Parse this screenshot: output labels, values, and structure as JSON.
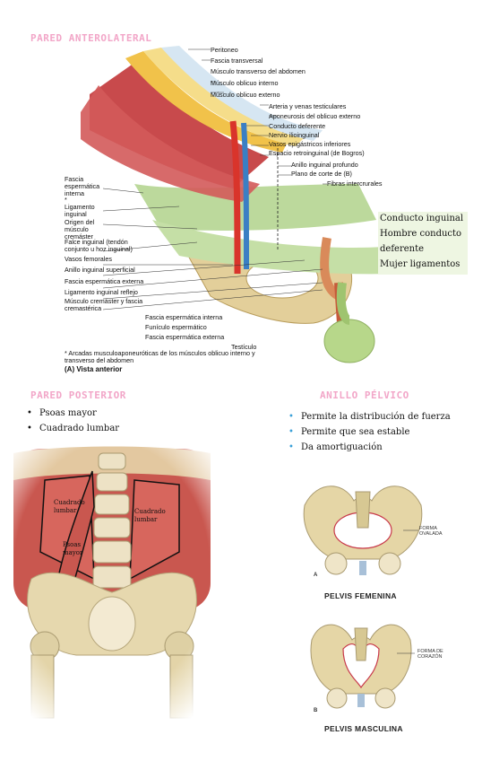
{
  "sections": {
    "anterolateral": {
      "heading": "PARED ANTEROLATERAL",
      "labels_right": [
        "Peritoneo",
        "Fascia transversal",
        "Músculo transverso del abdomen",
        "Músculo oblicuo interno",
        "Músculo oblicuo externo",
        "Arteria y venas testiculares",
        "Aponeurosis del oblicuo externo",
        "Conducto deferente",
        "Nervio ilioinguinal",
        "Vasos epigástricos inferiores",
        "Espacio retroinguinal (de Bogros)",
        "Anillo inguinal profundo",
        "Plano de corte de (B)",
        "Fibras intercrurales"
      ],
      "labels_left": [
        "Fascia espermática interna",
        "*",
        "Ligamento inguinal",
        "Origen del músculo cremáster",
        "Falce inguinal (tendón conjunto u hoz inguinal)",
        "Vasos femorales",
        "Anillo inguinal superficial",
        "Fascia espermática externa",
        "Ligamento inguinal reflejo",
        "Músculo cremáster y fascia cremastérica",
        "Fascia espermática interna",
        "Funículo espermático",
        "Fascia espermática externa",
        "Testículo"
      ],
      "footnote": "* Arcadas musculoaponeuróticas de los músculos oblicuo interno y transverso del abdomen",
      "view_caption": "(A) Vista anterior",
      "handwritten_notes": [
        "Conducto inguinal",
        "Hombre conducto",
        "deferente",
        "Mujer ligamentos"
      ]
    },
    "posterior": {
      "heading": "PARED POSTERIOR",
      "bullets": [
        "Psoas mayor",
        "Cuadrado lumbar"
      ],
      "figure_labels": {
        "left_quadratus": "Cuadrado lumbar",
        "right_quadratus": "Cuadrado lumbar",
        "psoas": "Psoas mayor"
      }
    },
    "pelvic_ring": {
      "heading": "ANILLO PÉLVICO",
      "bullets": [
        "Permite la distribución de fuerza",
        "Permite que sea estable",
        "Da amortiguación"
      ],
      "figures": [
        {
          "letter": "A",
          "note": "FORMA OVALADA",
          "title": "PELVIS FEMENINA"
        },
        {
          "letter": "B",
          "note": "FORMA DE CORAZÓN",
          "title": "PELVIS MASCULINA"
        }
      ]
    }
  },
  "colors": {
    "heading_pink": "#f2a6c8",
    "bullet_blue": "#3aa0d8",
    "muscle_red": "#c8484a",
    "fascia_green": "#b8d79a",
    "bone": "#e8d6a8",
    "artery_red": "#d9342b",
    "vein_blue": "#3b7fc4"
  },
  "icons": [
    "bullet-dot-icon"
  ]
}
